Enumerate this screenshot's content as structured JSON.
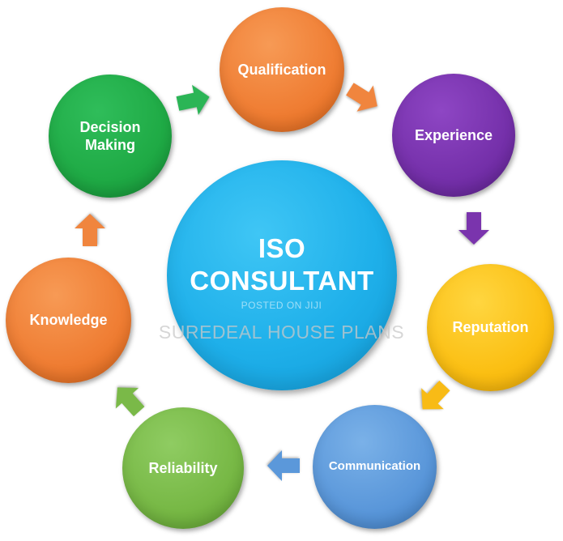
{
  "diagram": {
    "center": {
      "label": "ISO\nCONSULTANT",
      "color": "#1fb0ea"
    },
    "nodes": [
      {
        "id": "qualification",
        "label": "Qualification",
        "color": "#ef7d33"
      },
      {
        "id": "experience",
        "label": "Experience",
        "color": "#7530aa"
      },
      {
        "id": "reputation",
        "label": "Reputation",
        "color": "#fbbf13"
      },
      {
        "id": "communication",
        "label": "Communication",
        "color": "#5a97da"
      },
      {
        "id": "reliability",
        "label": "Reliability",
        "color": "#77b845"
      },
      {
        "id": "knowledge",
        "label": "Knowledge",
        "color": "#ef7d33"
      },
      {
        "id": "decision",
        "label": "Decision\nMaking",
        "color": "#1faa45"
      }
    ],
    "arrows": [
      {
        "from": "decision",
        "to": "qualification",
        "color": "#2bb556"
      },
      {
        "from": "qualification",
        "to": "experience",
        "color": "#f0853e"
      },
      {
        "from": "experience",
        "to": "reputation",
        "color": "#7a34ad"
      },
      {
        "from": "reputation",
        "to": "communication",
        "color": "#f8bb16"
      },
      {
        "from": "communication",
        "to": "reliability",
        "color": "#5b98da"
      },
      {
        "from": "reliability",
        "to": "knowledge",
        "color": "#7ab948"
      },
      {
        "from": "knowledge",
        "to": "decision",
        "color": "#f0853e"
      }
    ]
  },
  "watermark": {
    "posted": "POSTED ON JIJI",
    "brand": "SUREDEAL HOUSE PLANS"
  }
}
